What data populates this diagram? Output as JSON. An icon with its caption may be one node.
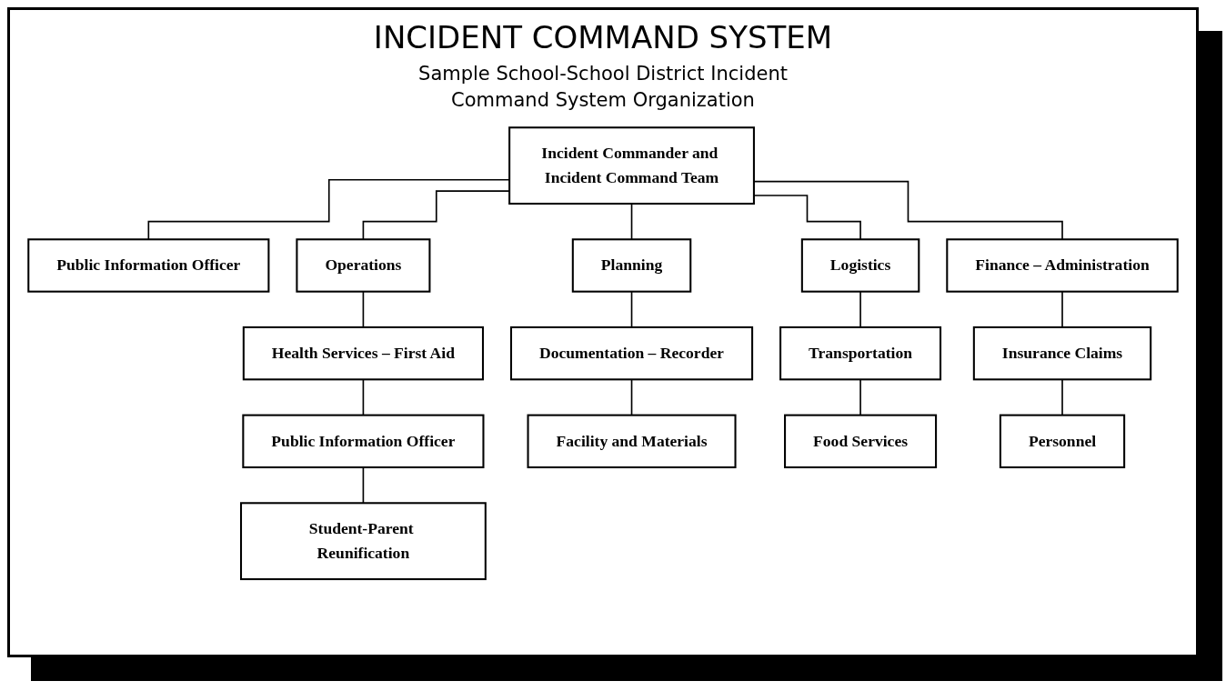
{
  "diagram": {
    "title": "INCIDENT COMMAND SYSTEM",
    "nodes": [
      {
        "text": [
          "Incident Commander and Incident Command Team"
        ]
      },
      {
        "text": [
          "Public Information Officer"
        ]
      },
      {
        "text": [
          "Operations"
        ]
      },
      {
        "text": [
          "Planning"
        ]
      },
      {
        "text": [
          "Logistics"
        ]
      },
      {
        "text": [
          "Finance – Administration"
        ]
      },
      {
        "text": [
          "Health Services – First Aid"
        ]
      },
      {
        "text": [
          "Documentation – Recorder"
        ]
      },
      {
        "text": [
          "Transportation"
        ]
      },
      {
        "text": [
          "Insurance Claims"
        ]
      },
      {
        "text": [
          "Public Information Officer"
        ]
      },
      {
        "text": [
          "Facility and Materials"
        ]
      },
      {
        "text": [
          "Food Services"
        ]
      },
      {
        "text": [
          "Personnel"
        ]
      },
      {
        "text": [
          "Student-Parent Reunification"
        ]
      }
    ],
    "edges": [
      {
        "from": 0,
        "to": 1,
        "arrow": "none"
      },
      {
        "from": 0,
        "to": 2,
        "arrow": "none"
      },
      {
        "from": 0,
        "to": 3,
        "arrow": "none"
      },
      {
        "from": 0,
        "to": 4,
        "arrow": "none"
      },
      {
        "from": 0,
        "to": 5,
        "arrow": "none"
      },
      {
        "from": 2,
        "to": 6,
        "arrow": "none"
      },
      {
        "from": 3,
        "to": 7,
        "arrow": "none"
      },
      {
        "from": 4,
        "to": 8,
        "arrow": "none"
      },
      {
        "from": 5,
        "to": 9,
        "arrow": "none"
      },
      {
        "from": 6,
        "to": 10,
        "arrow": "none"
      },
      {
        "from": 7,
        "to": 11,
        "arrow": "none"
      },
      {
        "from": 8,
        "to": 12,
        "arrow": "none"
      },
      {
        "from": 9,
        "to": 13,
        "arrow": "none"
      },
      {
        "from": 10,
        "to": 14,
        "arrow": "none"
      }
    ],
    "labels": [
      "Sample School-School District Incident Command System Organization"
    ]
  }
}
